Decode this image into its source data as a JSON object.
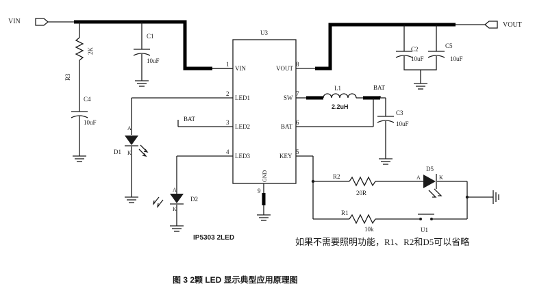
{
  "nets": {
    "vin": "VIN",
    "vout": "VOUT",
    "bat": "BAT"
  },
  "ic": {
    "ref": "U3",
    "left_pins": [
      {
        "num": "1",
        "name": "VIN"
      },
      {
        "num": "2",
        "name": "LED1"
      },
      {
        "num": "3",
        "name": "LED2"
      },
      {
        "num": "4",
        "name": "LED3"
      }
    ],
    "right_pins": [
      {
        "num": "8",
        "name": "VOUT"
      },
      {
        "num": "7",
        "name": "SW"
      },
      {
        "num": "6",
        "name": "BAT"
      },
      {
        "num": "5",
        "name": "KEY"
      }
    ],
    "bottom_pin": {
      "num": "9",
      "name": "GND"
    }
  },
  "components": {
    "r3": {
      "ref": "R3",
      "value": "2K"
    },
    "c4": {
      "ref": "C4",
      "value": "10uF"
    },
    "c1": {
      "ref": "C1",
      "value": "10uF"
    },
    "c2": {
      "ref": "C2",
      "value": "10uF"
    },
    "c5": {
      "ref": "C5",
      "value": "10uF"
    },
    "c3": {
      "ref": "C3",
      "value": "10uF"
    },
    "l1": {
      "ref": "L1",
      "value": "2.2uH"
    },
    "r2": {
      "ref": "R2",
      "value": "20R"
    },
    "r1": {
      "ref": "R1",
      "value": "10k"
    },
    "d5": {
      "ref": "D5",
      "anode": "A",
      "cathode": "K"
    },
    "d1": {
      "ref": "D1",
      "anode": "A",
      "cathode": "K"
    },
    "d2": {
      "ref": "D2",
      "anode": "A",
      "cathode": "K"
    },
    "u1": {
      "ref": "U1"
    }
  },
  "labels": {
    "board": "IP5303 2LED",
    "note": "如果不需要照明功能，R1、R2和D5可以省略",
    "caption": "图 3  2颗 LED 显示典型应用原理图"
  }
}
